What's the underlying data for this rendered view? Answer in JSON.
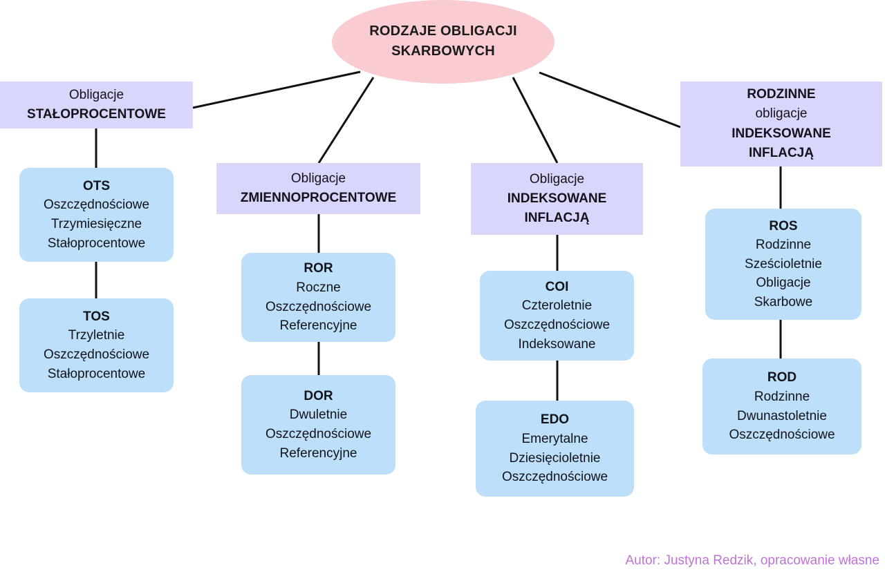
{
  "diagram": {
    "title_lines": [
      "RODZAJE OBLIGACJI",
      "SKARBOWYCH"
    ],
    "root_label": "RODZAJE OBLIGACJI SKARBOWYCH",
    "colors": {
      "root_fill": "#f9ccd2",
      "category_fill": "#d9d6fb",
      "leaf_fill": "#bedff9",
      "text": "#12131a",
      "connector": "#111111",
      "credit": "#bf72d6",
      "background": "#ffffff"
    },
    "categories": [
      {
        "id": "staloprocentowe",
        "lines": [
          {
            "text": "Obligacje",
            "bold": false
          },
          {
            "text": "STAŁOPROCENTOWE",
            "bold": true
          }
        ],
        "children": [
          "ots",
          "tos"
        ]
      },
      {
        "id": "zmiennoprocentowe",
        "lines": [
          {
            "text": "Obligacje",
            "bold": false
          },
          {
            "text": "ZMIENNOPROCENTOWE",
            "bold": true
          }
        ],
        "children": [
          "ror",
          "dor"
        ]
      },
      {
        "id": "indeksowane-inflacja",
        "lines": [
          {
            "text": "Obligacje",
            "bold": false
          },
          {
            "text": "INDEKSOWANE",
            "bold": true
          },
          {
            "text": "INFLACJĄ",
            "bold": true
          }
        ],
        "children": [
          "coi",
          "edo"
        ]
      },
      {
        "id": "rodzinne-indeksowane-inflacja",
        "lines": [
          {
            "text": "RODZINNE",
            "bold": true
          },
          {
            "text": "obligacje",
            "bold": false
          },
          {
            "text": "INDEKSOWANE",
            "bold": true
          },
          {
            "text": "INFLACJĄ",
            "bold": true
          }
        ],
        "children": [
          "ros",
          "rod"
        ]
      }
    ],
    "leaves": {
      "ots": {
        "code": "OTS",
        "lines": [
          "Oszczędnościowe",
          "Trzymiesięczne",
          "Stałoprocentowe"
        ]
      },
      "tos": {
        "code": "TOS",
        "lines": [
          "Trzyletnie",
          "Oszczędnościowe",
          "Stałoprocentowe"
        ]
      },
      "ror": {
        "code": "ROR",
        "lines": [
          "Roczne",
          "Oszczędnościowe",
          "Referencyjne"
        ]
      },
      "dor": {
        "code": "DOR",
        "lines": [
          "Dwuletnie",
          "Oszczędnościowe",
          "Referencyjne"
        ]
      },
      "coi": {
        "code": "COI",
        "lines": [
          "Czteroletnie",
          "Oszczędnościowe",
          "Indeksowane"
        ]
      },
      "edo": {
        "code": "EDO",
        "lines": [
          "Emerytalne",
          "Dziesięcioletnie",
          "Oszczędnościowe"
        ]
      },
      "ros": {
        "code": "ROS",
        "lines": [
          "Rodzinne",
          "Sześcioletnie",
          "Obligacje",
          "Skarbowe"
        ]
      },
      "rod": {
        "code": "ROD",
        "lines": [
          "Rodzinne",
          "Dwunastoletnie",
          "Oszczędnościowe"
        ]
      }
    },
    "credit": "Autor: Justyna Redzik, opracowanie własne"
  }
}
